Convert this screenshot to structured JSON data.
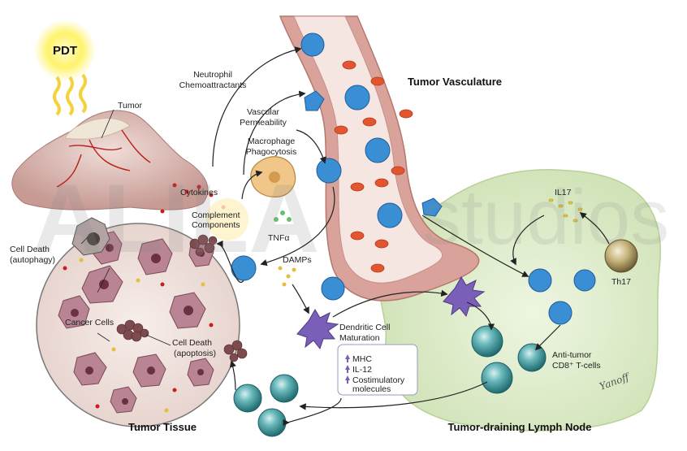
{
  "pdt": "PDT",
  "labels": {
    "tumor": "Tumor",
    "neutrophil_1": "Neutrophil",
    "neutrophil_2": "Chemoattractants",
    "vascular_1": "Vascular",
    "vascular_2": "Permeability",
    "macrophage_1": "Macrophage",
    "macrophage_2": "Phagocytosis",
    "cytokines": "Cytokines",
    "complement_1": "Complement",
    "complement_2": "Components",
    "tnfa": "TNFα",
    "damps": "DAMPs",
    "autophagy_1": "Cell Death",
    "autophagy_2": "(autophagy)",
    "cancer_cells": "Cancer Cells",
    "apoptosis_1": "Cell Death",
    "apoptosis_2": "(apoptosis)",
    "dc_1": "Dendritic Cell",
    "dc_2": "Maturation",
    "mhc": "MHC",
    "il12": "IL-12",
    "costim_1": "Costimulatory",
    "costim_2": "molecules",
    "il17": "IL17",
    "th17": "Th17",
    "antitumor_1": "Anti-tumor",
    "antitumor_2": "CD8⁺ T-cells"
  },
  "headers": {
    "vasculature": "Tumor Vasculature",
    "tissue": "Tumor Tissue",
    "lymph": "Tumor-draining Lymph Node"
  },
  "watermark": {
    "left": "ALILA",
    "right": "studios"
  },
  "signature": "Yanoff",
  "colors": {
    "vessel": "#d9a29a",
    "lymph_fill": "#e3efcf",
    "tissue_fill": "#f2e6e0",
    "neutrophil": "#3a8fd4",
    "rbc": "#e2552f",
    "tcell": "#3d8f93",
    "dendritic": "#7a5fb8",
    "up_arrow": "#7a5fb8",
    "cancer_cell": "#a86a7a"
  },
  "icons": [
    "sun-icon",
    "up-arrow-icon"
  ]
}
